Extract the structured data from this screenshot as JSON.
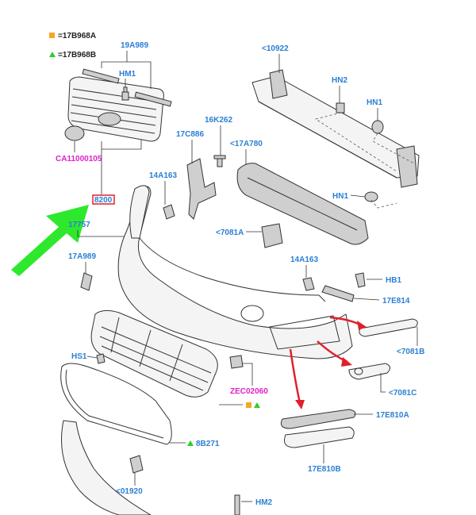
{
  "legend": {
    "square_text": "=17B968A",
    "triangle_text": "=17B968B",
    "square_color": "#f5a623",
    "triangle_color": "#2ecc2e"
  },
  "labels": {
    "p19A989": "19A989",
    "hm1": "HM1",
    "ca": "CA11000105",
    "p8200": "8200",
    "p17757": "17757",
    "p17A989": "17A989",
    "p14A163a": "14A163",
    "p17C886": "17C886",
    "p16K262": "16K262",
    "p17A780": "<17A780",
    "p10922": "<10922",
    "hn2": "HN2",
    "hn1a": "HN1",
    "hn1b": "HN1",
    "p7081A": "<7081A",
    "p14A163b": "14A163",
    "hb1": "HB1",
    "p17E814": "17E814",
    "p7081B": "<7081B",
    "p7081C": "<7081C",
    "hs1": "HS1",
    "zec": "ZEC02060",
    "p17E810A": "17E810A",
    "p17E810B": "17E810B",
    "p8B271": "8B271",
    "p01920": "<01920",
    "hm2": "HM2"
  },
  "colors": {
    "label": "#2a7fd4",
    "special_label": "#e020c8",
    "callout_box": "#e0202a",
    "big_arrow": "#2ee82e",
    "red_arrow": "#e0202a"
  }
}
